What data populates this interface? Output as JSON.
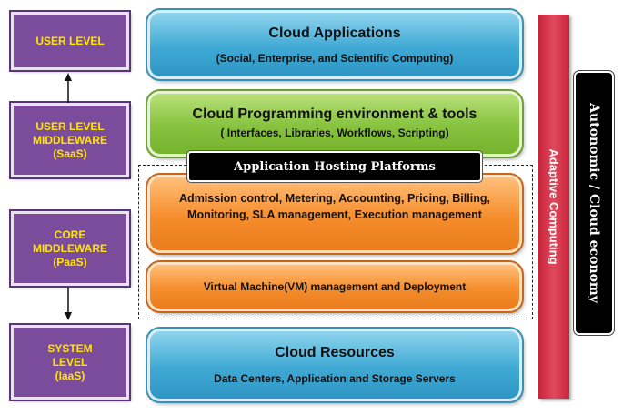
{
  "levels": {
    "user": "USER LEVEL",
    "user_middleware": "USER  LEVEL\nMIDDLEWARE\n(SaaS)",
    "core_middleware": "CORE\nMIDDLEWARE\n(PaaS)",
    "system": "SYSTEM\nLEVEL\n(IaaS)"
  },
  "layers": {
    "cloud_applications": {
      "title": "Cloud Applications",
      "subtitle": "(Social, Enterprise, and Scientific Computing)"
    },
    "programming_env": {
      "title": "Cloud Programming environment & tools",
      "subtitle": "( Interfaces, Libraries, Workflows, Scripting)"
    },
    "hosting_platforms": "Application  Hosting Platforms",
    "admission_control": "Admission control, Metering,  Accounting, Pricing, Billing,  Monitoring, SLA management, Execution management",
    "vm_management": "Virtual Machine(VM)  management and Deployment",
    "cloud_resources": {
      "title": "Cloud Resources",
      "subtitle": "Data Centers, Application and Storage Servers"
    }
  },
  "side_bars": {
    "adaptive": "Adaptive Computing",
    "autonomic": "Autonomic / Cloud economy"
  },
  "colors": {
    "level_fill": "#7b4b9c",
    "level_text": "#ffe600",
    "blue": "#3fa9d4",
    "green": "#86c23e",
    "orange": "#f58d2c",
    "adaptive": "#d23a4e",
    "autonomic": "#000000"
  }
}
